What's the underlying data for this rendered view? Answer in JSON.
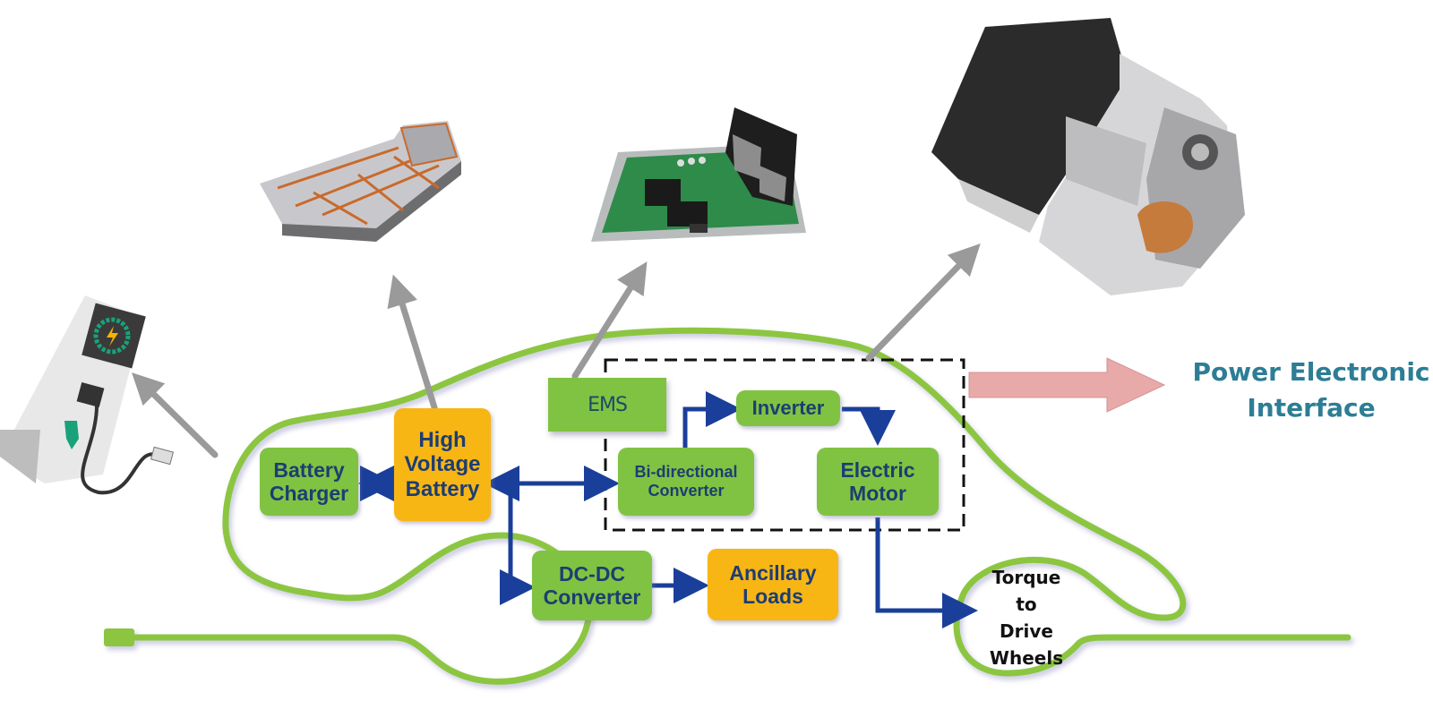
{
  "diagram": {
    "title": "EV powertrain with Power Electronic Interface",
    "nodes": {
      "battery_charger": {
        "label": "Battery\nCharger",
        "color": "#80c342"
      },
      "high_voltage_battery": {
        "label": "High\nVoltage\nBattery",
        "color": "#f8b614"
      },
      "ems": {
        "label": "EMS",
        "color": "#80c342"
      },
      "bidirectional_converter": {
        "label": "Bi-directional\nConverter",
        "color": "#80c342"
      },
      "inverter": {
        "label": "Inverter",
        "color": "#80c342"
      },
      "electric_motor": {
        "label": "Electric\nMotor",
        "color": "#80c342"
      },
      "dcdc_converter": {
        "label": "DC-DC\nConverter",
        "color": "#80c342"
      },
      "ancillary_loads": {
        "label": "Ancillary\nLoads",
        "color": "#f8b614"
      },
      "torque_to_wheels": {
        "label": "Torque\nto\nDrive\nWheels"
      }
    },
    "edges": [
      {
        "from": "battery_charger",
        "to": "high_voltage_battery",
        "type": "bidirectional"
      },
      {
        "from": "high_voltage_battery",
        "to": "bidirectional_converter",
        "type": "bidirectional"
      },
      {
        "from": "bidirectional_converter",
        "to": "inverter",
        "type": "directed"
      },
      {
        "from": "inverter",
        "to": "electric_motor",
        "type": "directed"
      },
      {
        "from": "high_voltage_battery",
        "to": "dcdc_converter",
        "type": "directed"
      },
      {
        "from": "dcdc_converter",
        "to": "ancillary_loads",
        "type": "directed"
      },
      {
        "from": "electric_motor",
        "to": "torque_to_wheels",
        "type": "directed"
      }
    ],
    "group": {
      "label": "Power Electronic\nInterface",
      "members": [
        "bidirectional_converter",
        "inverter",
        "electric_motor"
      ]
    },
    "images": [
      {
        "name": "charging-station",
        "points_from": "battery_charger"
      },
      {
        "name": "battery-pack",
        "points_from": "high_voltage_battery"
      },
      {
        "name": "ems-control-board",
        "points_from": "ems"
      },
      {
        "name": "electric-drive-unit",
        "points_from": "power_electronic_interface"
      }
    ],
    "colors": {
      "car_outline": "#8cc63f",
      "flow_arrow": "#1a3f9a",
      "pointer_arrow": "#9a9a9a",
      "group_arrow": "#e8a9a9",
      "group_label": "#2d7d95",
      "box_text": "#1d3d73"
    }
  }
}
